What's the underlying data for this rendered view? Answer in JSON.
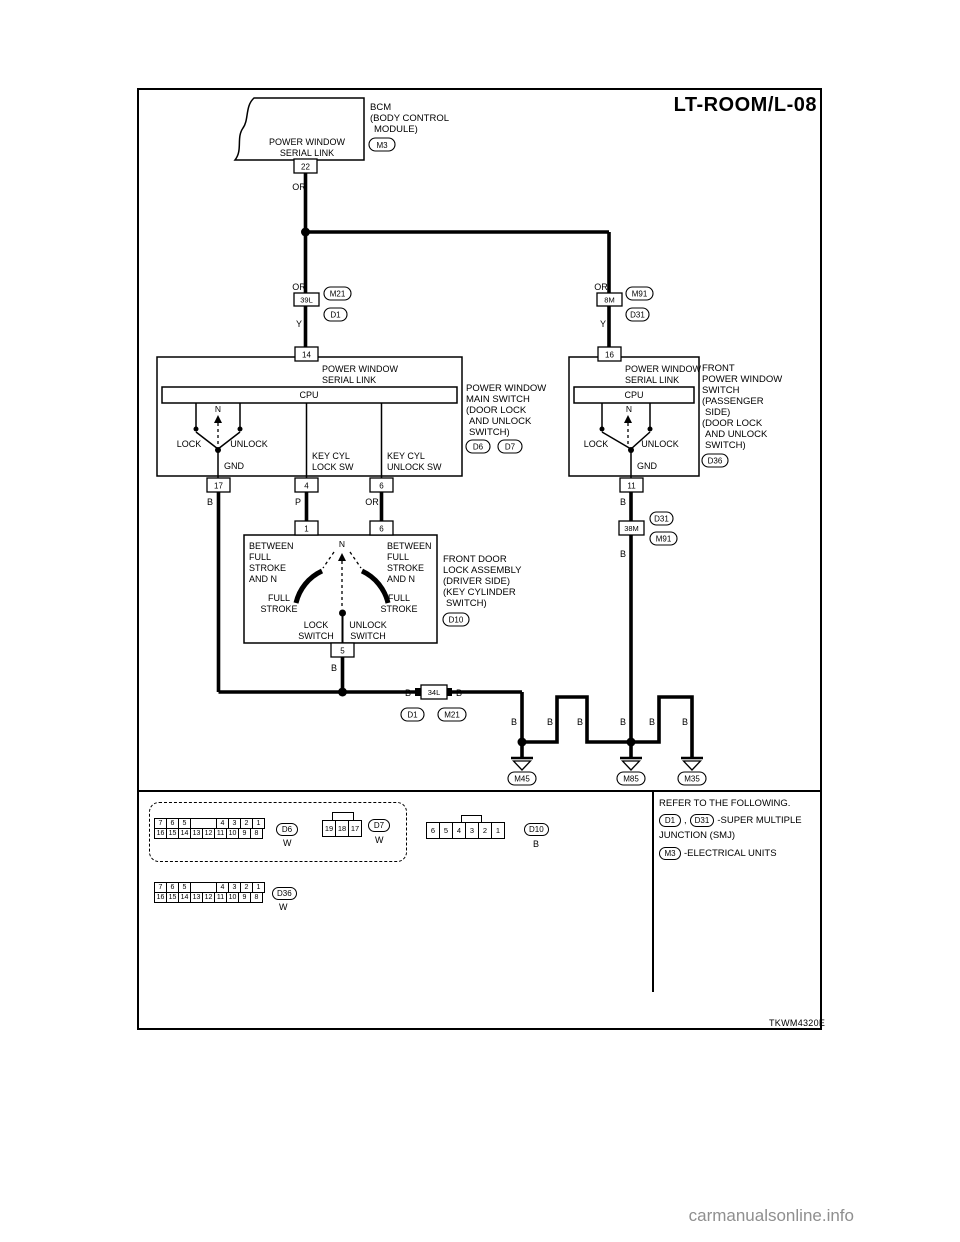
{
  "page": {
    "diagram_id": "LT-ROOM/L-08",
    "figure_code": "TKWM4320E",
    "watermark": "carmanualsonline.info"
  },
  "bcm": {
    "box_l1": "POWER WINDOW",
    "box_l2": "SERIAL LINK",
    "name_l1": "BCM",
    "name_l2": "(BODY CONTROL",
    "name_l3": "MODULE)",
    "connector": "M3",
    "pin": "22",
    "wire": "OR"
  },
  "smj_left": {
    "wire_top": "OR",
    "terminal": "39L",
    "conn_top": "M21",
    "conn_bottom": "D1",
    "wire_bottom": "Y"
  },
  "smj_right": {
    "wire_top": "OR",
    "terminal": "8M",
    "conn_top": "M91",
    "conn_bottom": "D31",
    "wire_bottom": "Y"
  },
  "main_switch": {
    "pin_top": "14",
    "serial_l1": "POWER WINDOW",
    "serial_l2": "SERIAL LINK",
    "cpu": "CPU",
    "n": "N",
    "lock": "LOCK",
    "unlock": "UNLOCK",
    "gnd": "GND",
    "keycyl_lock_l1": "KEY CYL",
    "keycyl_lock_l2": "LOCK SW",
    "keycyl_unlock_l1": "KEY CYL",
    "keycyl_unlock_l2": "UNLOCK SW",
    "pin_gnd": "17",
    "pin_lock": "4",
    "pin_unlock": "6",
    "wire_gnd": "B",
    "wire_lock": "P",
    "wire_unlock": "OR",
    "caption": [
      "POWER WINDOW",
      "MAIN SWITCH",
      "(DOOR LOCK",
      "AND UNLOCK",
      "SWITCH)"
    ],
    "conn_a": "D6",
    "separator": ",",
    "conn_b": "D7"
  },
  "key_cylinder": {
    "pin_lock": "1",
    "pin_unlock": "6",
    "between_left": [
      "BETWEEN",
      "FULL",
      "STROKE",
      "AND N"
    ],
    "between_right": [
      "BETWEEN",
      "FULL",
      "STROKE",
      "AND N"
    ],
    "n": "N",
    "full_left_l1": "FULL",
    "full_left_l2": "STROKE",
    "full_right_l1": "FULL",
    "full_right_l2": "STROKE",
    "lock_l1": "LOCK",
    "lock_l2": "SWITCH",
    "unlock_l1": "UNLOCK",
    "unlock_l2": "SWITCH",
    "caption": [
      "FRONT DOOR",
      "LOCK ASSEMBLY",
      "(DRIVER SIDE)",
      "(KEY CYLINDER",
      "SWITCH)"
    ],
    "connector": "D10",
    "pin_bottom": "5",
    "wire_bottom": "B"
  },
  "pw_switch": {
    "pin_top": "16",
    "serial_l1": "POWER WINDOW",
    "serial_l2": "SERIAL LINK",
    "cpu": "CPU",
    "n": "N",
    "lock": "LOCK",
    "unlock": "UNLOCK",
    "gnd": "GND",
    "pin_gnd": "11",
    "wire_b_top": "B",
    "terminal": "38M",
    "conn_top": "D31",
    "conn_bottom": "M91",
    "wire_b_bottom": "B",
    "caption": [
      "FRONT",
      "POWER WINDOW",
      "SWITCH",
      "(PASSENGER",
      "SIDE)",
      "(DOOR LOCK",
      "AND UNLOCK",
      "SWITCH)"
    ],
    "connector": "D36"
  },
  "ground_run": {
    "wire_left": "B",
    "terminal": "34L",
    "wire_right": "B",
    "conn_a": "D1",
    "conn_b": "M21",
    "b_labels": [
      "B",
      "B",
      "B",
      "B",
      "B",
      "B"
    ],
    "ground_1": "M45",
    "ground_2": "M85",
    "ground_3": "M35"
  },
  "connector_views": {
    "d6": {
      "row1": [
        "7",
        "6",
        "5",
        "",
        "4",
        "3",
        "2",
        "1"
      ],
      "row2": [
        "16",
        "15",
        "14",
        "13",
        "12",
        "11",
        "10",
        "9",
        "8"
      ],
      "label": "D6",
      "color": "W"
    },
    "d7": {
      "row1": [
        "19",
        "18",
        "17"
      ],
      "label": "D7",
      "color": "W"
    },
    "d10": {
      "row1": [
        "6",
        "5",
        "4",
        "3",
        "2",
        "1"
      ],
      "label": "D10",
      "color": "B"
    },
    "d36": {
      "row1": [
        "7",
        "6",
        "5",
        "",
        "4",
        "3",
        "2",
        "1"
      ],
      "row2": [
        "16",
        "15",
        "14",
        "13",
        "12",
        "11",
        "10",
        "9",
        "8"
      ],
      "label": "D36",
      "color": "W"
    }
  },
  "reference": {
    "title": "REFER TO THE FOLLOWING.",
    "conn_1": "D1",
    "separator": ",",
    "conn_2": "D31",
    "smj_text": "-SUPER MULTIPLE",
    "smj_text_2": "JUNCTION (SMJ)",
    "conn_3": "M3",
    "electrical_text": "-ELECTRICAL UNITS"
  }
}
